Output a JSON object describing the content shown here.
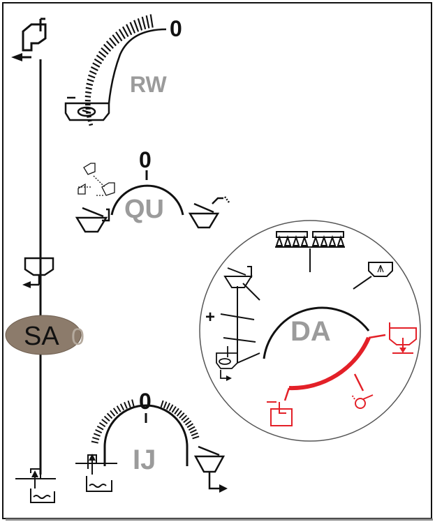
{
  "colors": {
    "line": "#111111",
    "label_grey": "#9b9b9b",
    "active_red": "#e32028",
    "sa_fill": "#8c7b6b",
    "circle_stroke": "#555555"
  },
  "labels": {
    "rw": "RW",
    "qu": "QU",
    "sa": "SA",
    "sa_zero": "0",
    "da": "DA",
    "ij": "IJ",
    "plus": "+"
  },
  "zeros": {
    "rw": "0",
    "qu": "0",
    "ij": "0"
  },
  "icons": {
    "top_left": "tank-fill-arrow-icon",
    "sa_tank": "hopper-arrow-icon",
    "bottom_left": "suction-water-icon",
    "rw_tank": "rinse-tank-icon",
    "qu_small": "quick-fill-options-icon",
    "qu_left": "hopper-inlet-icon",
    "qu_right": "hopper-tap-icon",
    "da_boom": "boom-nozzles-icon",
    "da_induction": "induction-hopper-icon",
    "da_tank": "tank-spray-icon",
    "da_agitation": "agitation-icon",
    "da_rinse": "tank-rinse-icon",
    "da_drain": "tank-drain-icon",
    "da_pump": "pump-icon",
    "da_tank_out": "tank-outlet-icon",
    "ij_left": "suction-water-icon",
    "ij_right": "hopper-outlet-icon"
  }
}
